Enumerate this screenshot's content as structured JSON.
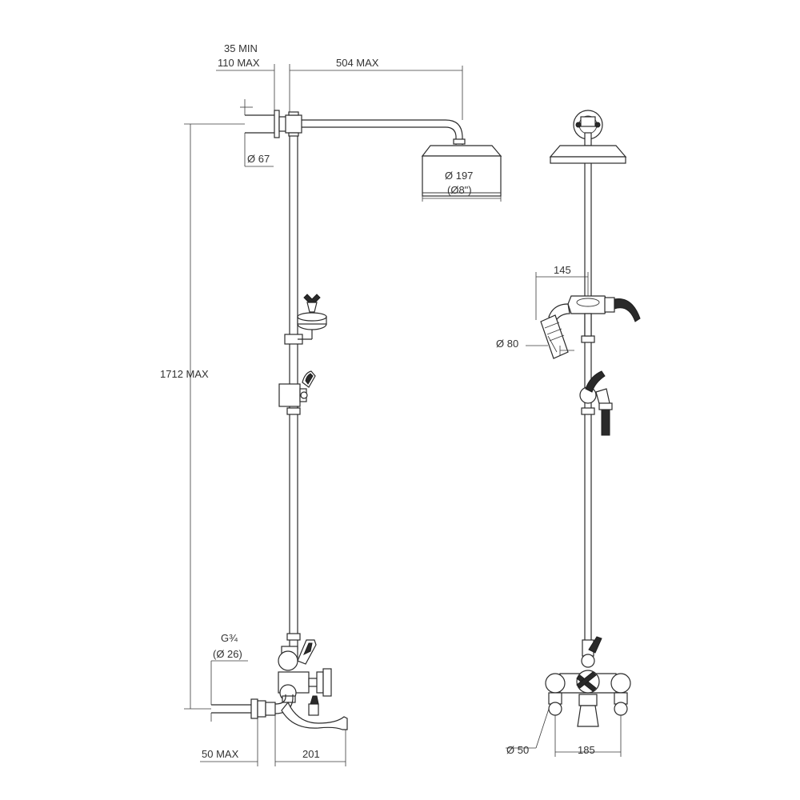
{
  "dimensions": {
    "offset_min": "35 MIN",
    "offset_max": "110 MAX",
    "arm_length": "504 MAX",
    "wall_flange_dia": "Ø 67",
    "head_dia": "Ø 197",
    "head_dia_inch": "(Ø8\")",
    "total_height": "1712 MAX",
    "inlet_thread": "G¾",
    "inlet_pipe_dia": "(Ø 26)",
    "inlet_length": "50 MAX",
    "spout_length": "201",
    "handset_reach": "145",
    "handset_dia": "Ø 80",
    "leg_dia": "Ø 50",
    "leg_centres": "185"
  }
}
